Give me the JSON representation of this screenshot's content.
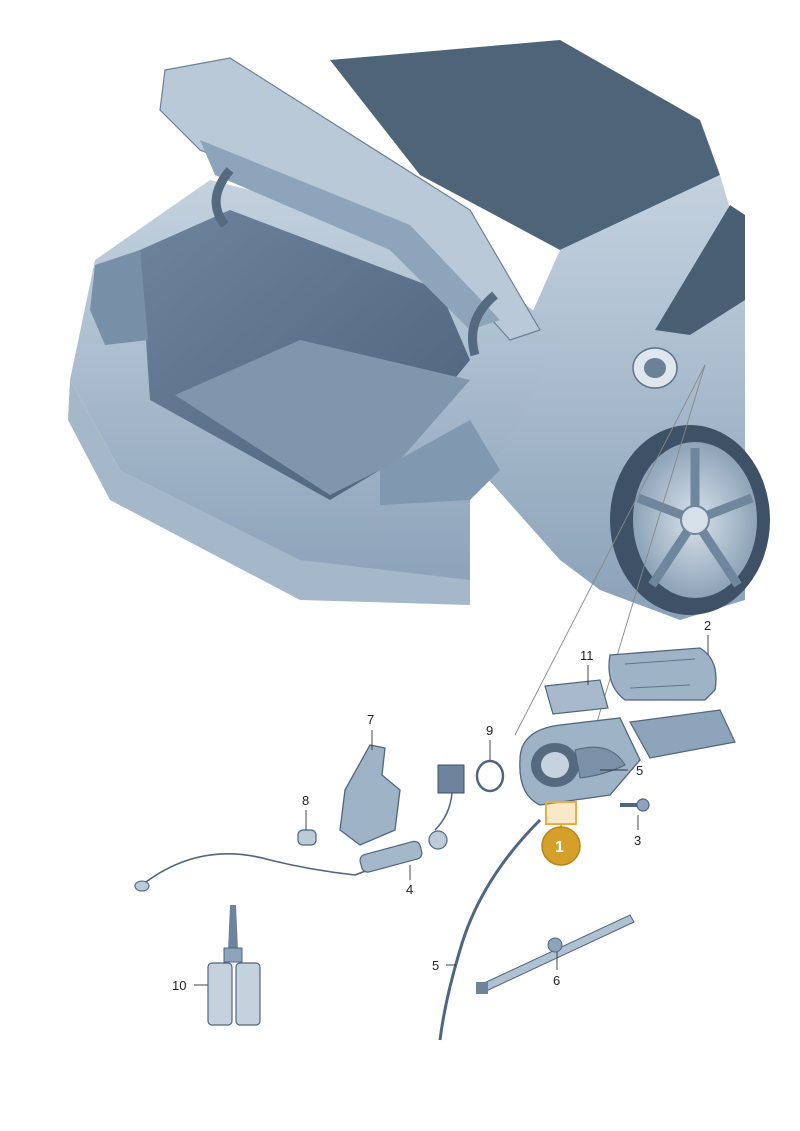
{
  "parts": [
    {
      "id": "p1",
      "number": "1"
    },
    {
      "id": "p2",
      "number": "2"
    },
    {
      "id": "p3",
      "number": "3"
    },
    {
      "id": "p4",
      "number": "4"
    },
    {
      "id": "p5a",
      "number": "5"
    },
    {
      "id": "p5b",
      "number": "5"
    },
    {
      "id": "p6",
      "number": "6"
    },
    {
      "id": "p7",
      "number": "7"
    },
    {
      "id": "p8",
      "number": "8"
    },
    {
      "id": "p9",
      "number": "9"
    },
    {
      "id": "p10",
      "number": "10"
    },
    {
      "id": "p11",
      "number": "11"
    }
  ],
  "colors": {
    "body": "#98aec4",
    "body_light": "#c9d6e2",
    "body_dark": "#5f7690",
    "window": "#4a5f74",
    "callout": "#d4a02a",
    "callout_highlight": "#f0c060"
  }
}
